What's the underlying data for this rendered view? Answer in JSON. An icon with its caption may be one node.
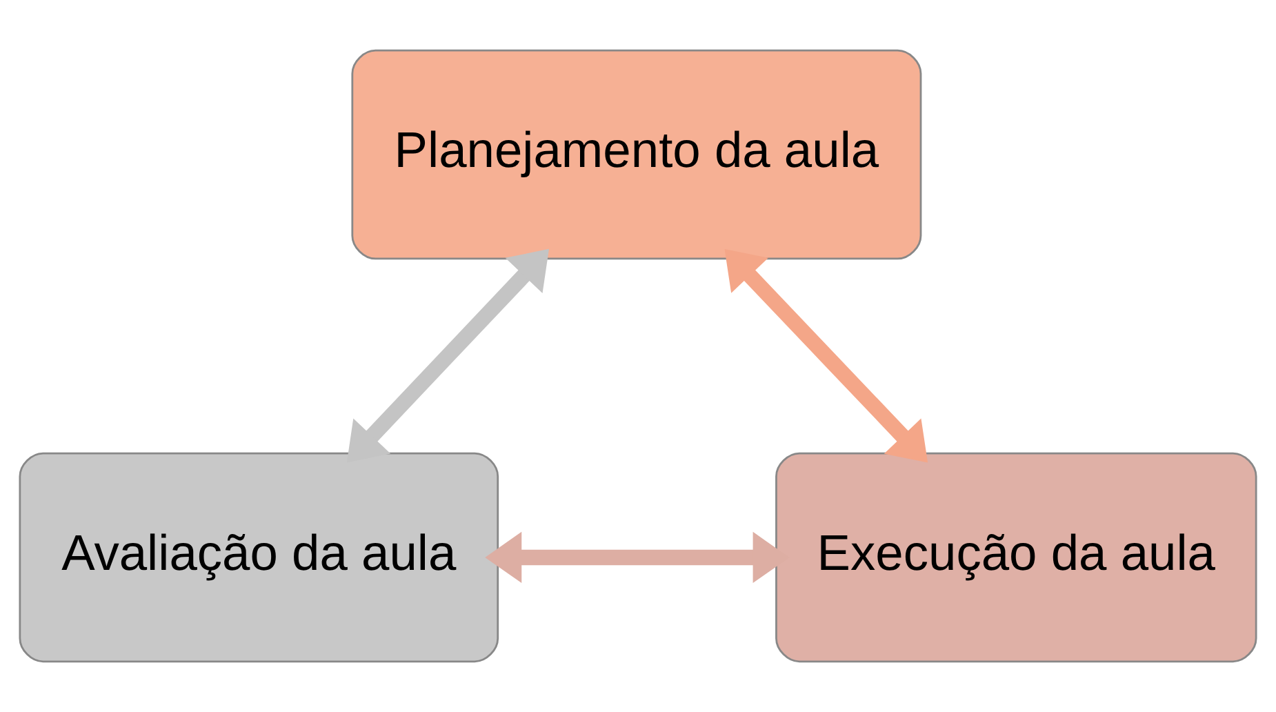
{
  "diagram": {
    "nodes": [
      {
        "text": [
          "Planejamento da aula"
        ]
      },
      {
        "text": [
          "Avaliação da aula"
        ]
      },
      {
        "text": [
          "Execução da aula"
        ]
      }
    ],
    "edges": [
      {
        "from": 1,
        "to": 0,
        "arrow": "both",
        "color": "#c4c4c4"
      },
      {
        "from": 0,
        "to": 2,
        "arrow": "both",
        "color": "#f4a688"
      },
      {
        "from": 1,
        "to": 2,
        "arrow": "both",
        "color": "#ddaea3"
      }
    ]
  }
}
